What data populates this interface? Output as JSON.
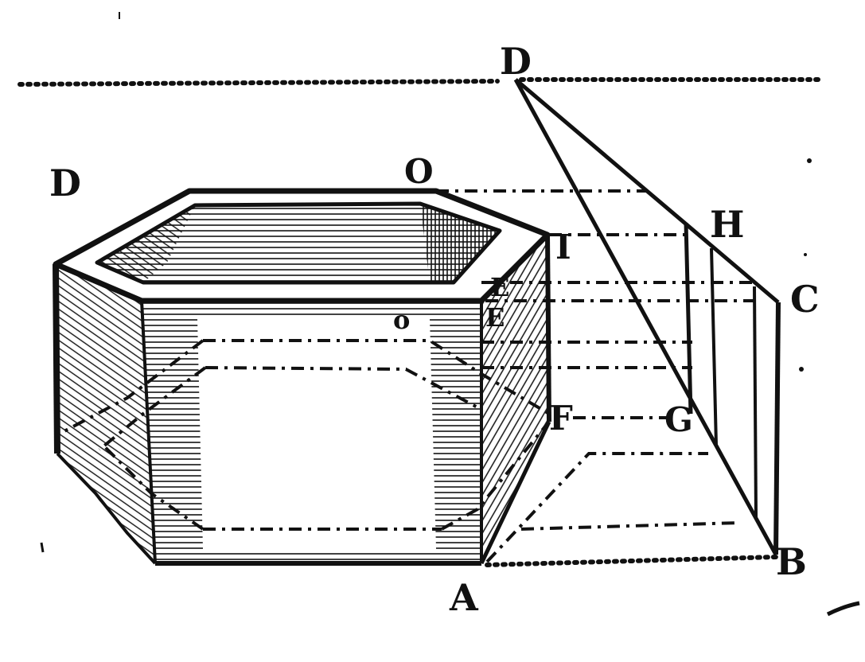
{
  "figure": {
    "ink_color": "#111111",
    "paper_color": "#ffffff",
    "labels": {
      "D_top": "D",
      "D_left": "D",
      "O_top": "O",
      "O_front": "o",
      "I": "I",
      "E_upper": "E",
      "E_lower": "E",
      "F": "F",
      "G": "G",
      "H": "H",
      "C": "C",
      "A": "A",
      "B": "B"
    }
  }
}
